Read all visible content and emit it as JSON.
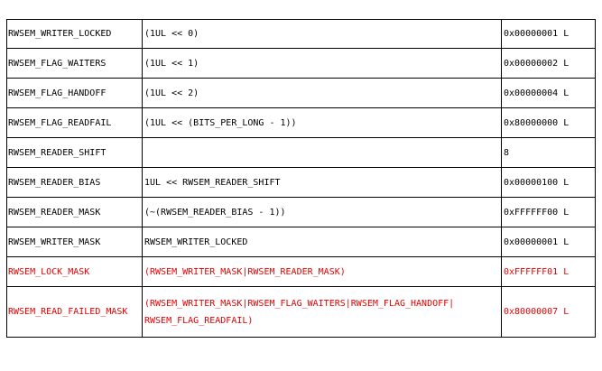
{
  "table": {
    "rows": [
      {
        "name": "RWSEM_WRITER_LOCKED",
        "expr": "(1UL << 0)",
        "value": "0x00000001 L",
        "highlight": false
      },
      {
        "name": "RWSEM_FLAG_WAITERS",
        "expr": "(1UL << 1)",
        "value": "0x00000002 L",
        "highlight": false
      },
      {
        "name": "RWSEM_FLAG_HANDOFF",
        "expr": "(1UL << 2)",
        "value": "0x00000004 L",
        "highlight": false
      },
      {
        "name": "RWSEM_FLAG_READFAIL",
        "expr": "(1UL << (BITS_PER_LONG - 1))",
        "value": "0x80000000 L",
        "highlight": false
      },
      {
        "name": "RWSEM_READER_SHIFT",
        "expr": "",
        "value": "8",
        "highlight": false
      },
      {
        "name": "RWSEM_READER_BIAS",
        "expr": "1UL << RWSEM_READER_SHIFT",
        "value": "0x00000100 L",
        "highlight": false
      },
      {
        "name": "RWSEM_READER_MASK",
        "expr": "(~(RWSEM_READER_BIAS - 1))",
        "value": "0xFFFFFF00 L",
        "highlight": false
      },
      {
        "name": "RWSEM_WRITER_MASK",
        "expr": "RWSEM_WRITER_LOCKED",
        "value": "0x00000001 L",
        "highlight": false
      },
      {
        "name": "RWSEM_LOCK_MASK",
        "expr": "(RWSEM_WRITER_MASK|RWSEM_READER_MASK)",
        "value": "0xFFFFFF01 L",
        "highlight": true
      }
    ],
    "last_row": {
      "name": "RWSEM_READ_FAILED_MASK",
      "expr_line1": "(RWSEM_WRITER_MASK|RWSEM_FLAG_WAITERS|RWSEM_FLAG_HANDOFF|",
      "expr_line2": "RWSEM_FLAG_READFAIL)",
      "value": "0x80000007 L",
      "highlight": true
    },
    "highlight_color": "#e60000"
  }
}
